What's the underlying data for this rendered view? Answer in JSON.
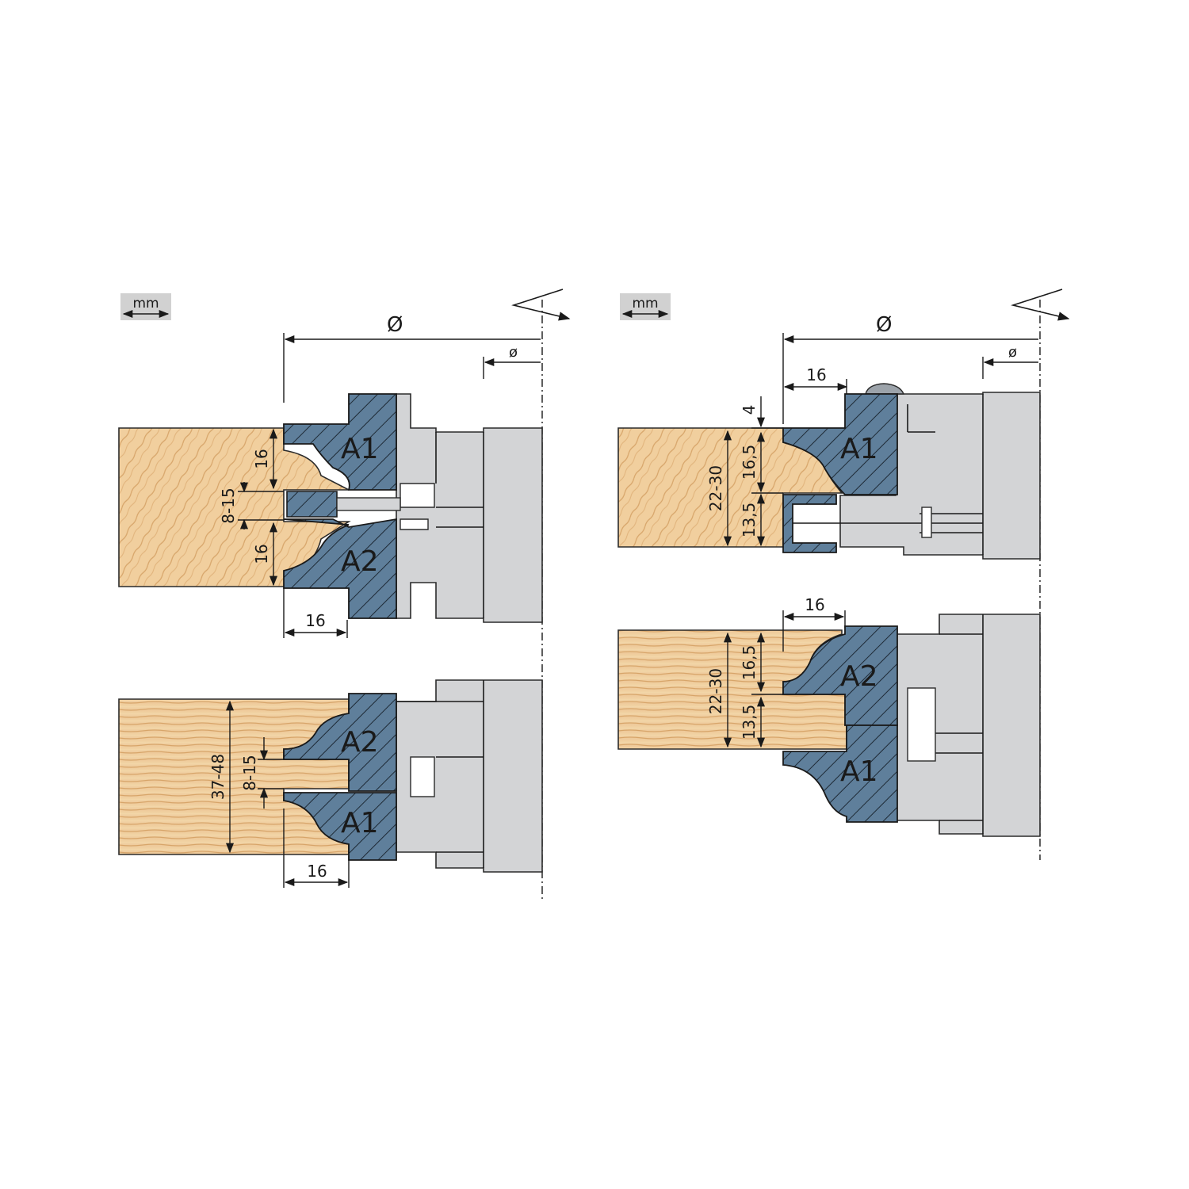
{
  "units_badge": "mm",
  "symbols": {
    "diameter_large": "Ø",
    "diameter_small": "ø"
  },
  "colors": {
    "cutter_blue": "#5f7f9b",
    "hatch": "#1e2a36",
    "wood_light": "#f2d3a3",
    "wood_dark": "#d9a86a",
    "tool_gray": "#d3d4d6",
    "badge_gray": "#d1d1d1"
  },
  "icons": {
    "rotation_direction": "rotation-arrow-icon"
  },
  "left_top": {
    "cutters": [
      "A1",
      "A2"
    ],
    "dims": {
      "top": "16",
      "groove": "8-15",
      "bottom": "16",
      "depth": "16"
    }
  },
  "left_bottom": {
    "cutters": [
      "A2",
      "A1"
    ],
    "dims": {
      "thickness": "37-48",
      "groove": "8-15",
      "depth": "16"
    }
  },
  "right_top": {
    "cutters": [
      "A1"
    ],
    "dims": {
      "depth": "16",
      "offset": "4",
      "thickness": "22-30",
      "upper": "16,5",
      "lower": "13,5"
    }
  },
  "right_bottom": {
    "cutters": [
      "A2",
      "A1"
    ],
    "dims": {
      "depth": "16",
      "thickness": "22-30",
      "upper": "16,5",
      "lower": "13,5"
    }
  }
}
